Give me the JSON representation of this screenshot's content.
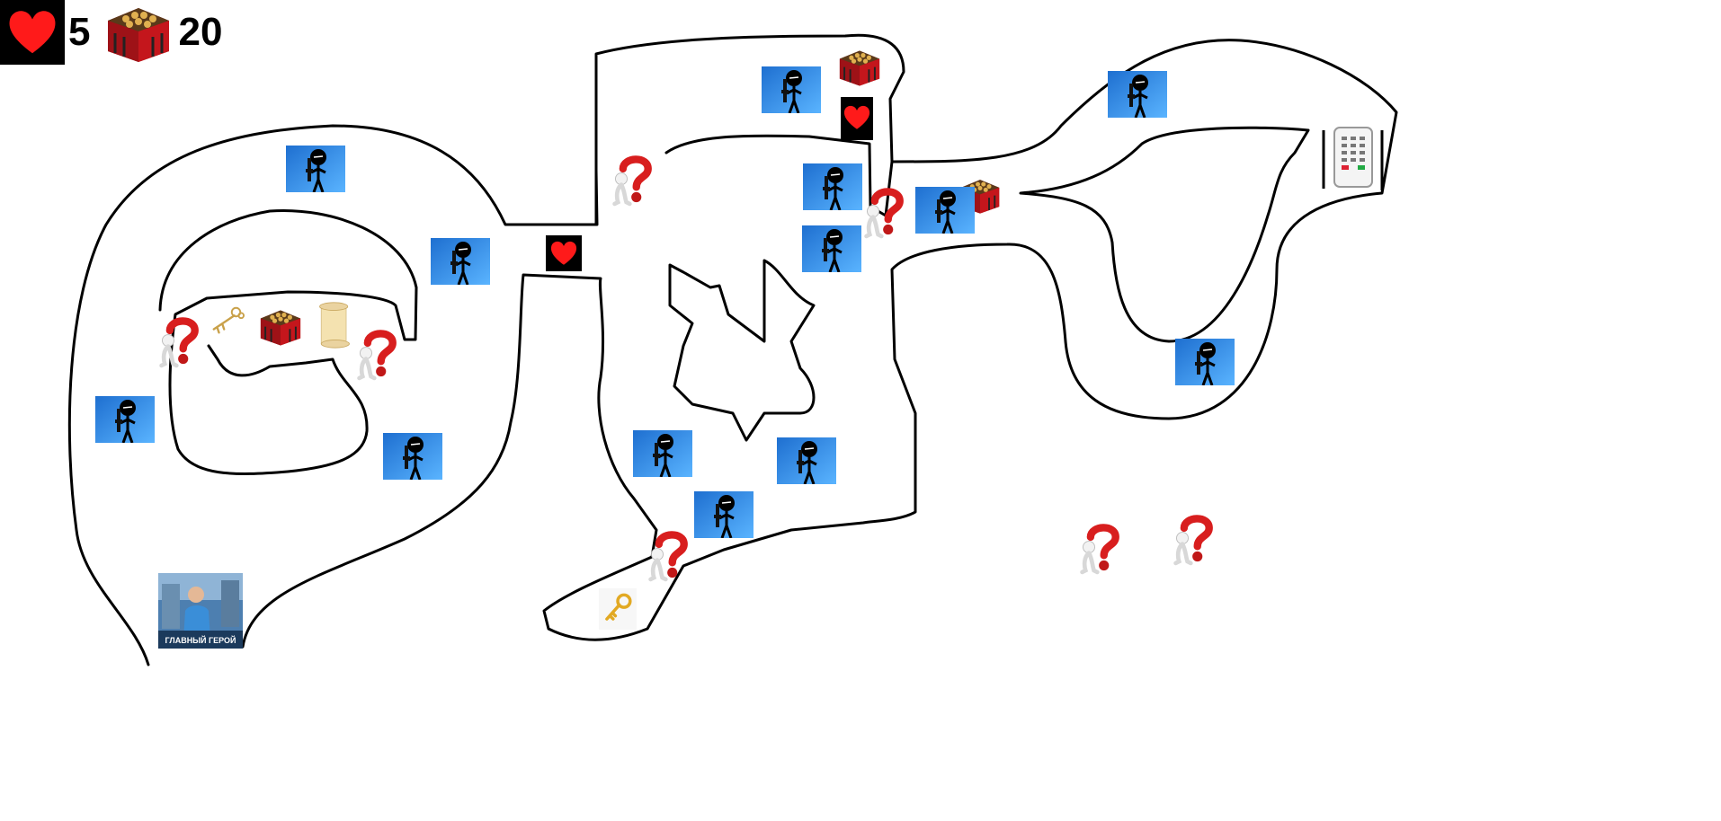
{
  "hud": {
    "lives": "5",
    "crates": "20"
  },
  "poster": {
    "title": "ГЛАВНЫЙ ГЕРОЙ"
  },
  "colors": {
    "heart": "#ff1a1a",
    "enemy_bg": "#2e86e8",
    "question": "#d81e1e",
    "crate": "#b0161a",
    "wall": "#000000"
  },
  "icons": [
    "heart-icon",
    "crate-icon",
    "enemy-stickman-icon",
    "question-mark-figure-icon",
    "key-icon",
    "scroll-icon",
    "keypad-lock-icon",
    "movie-poster-icon"
  ]
}
